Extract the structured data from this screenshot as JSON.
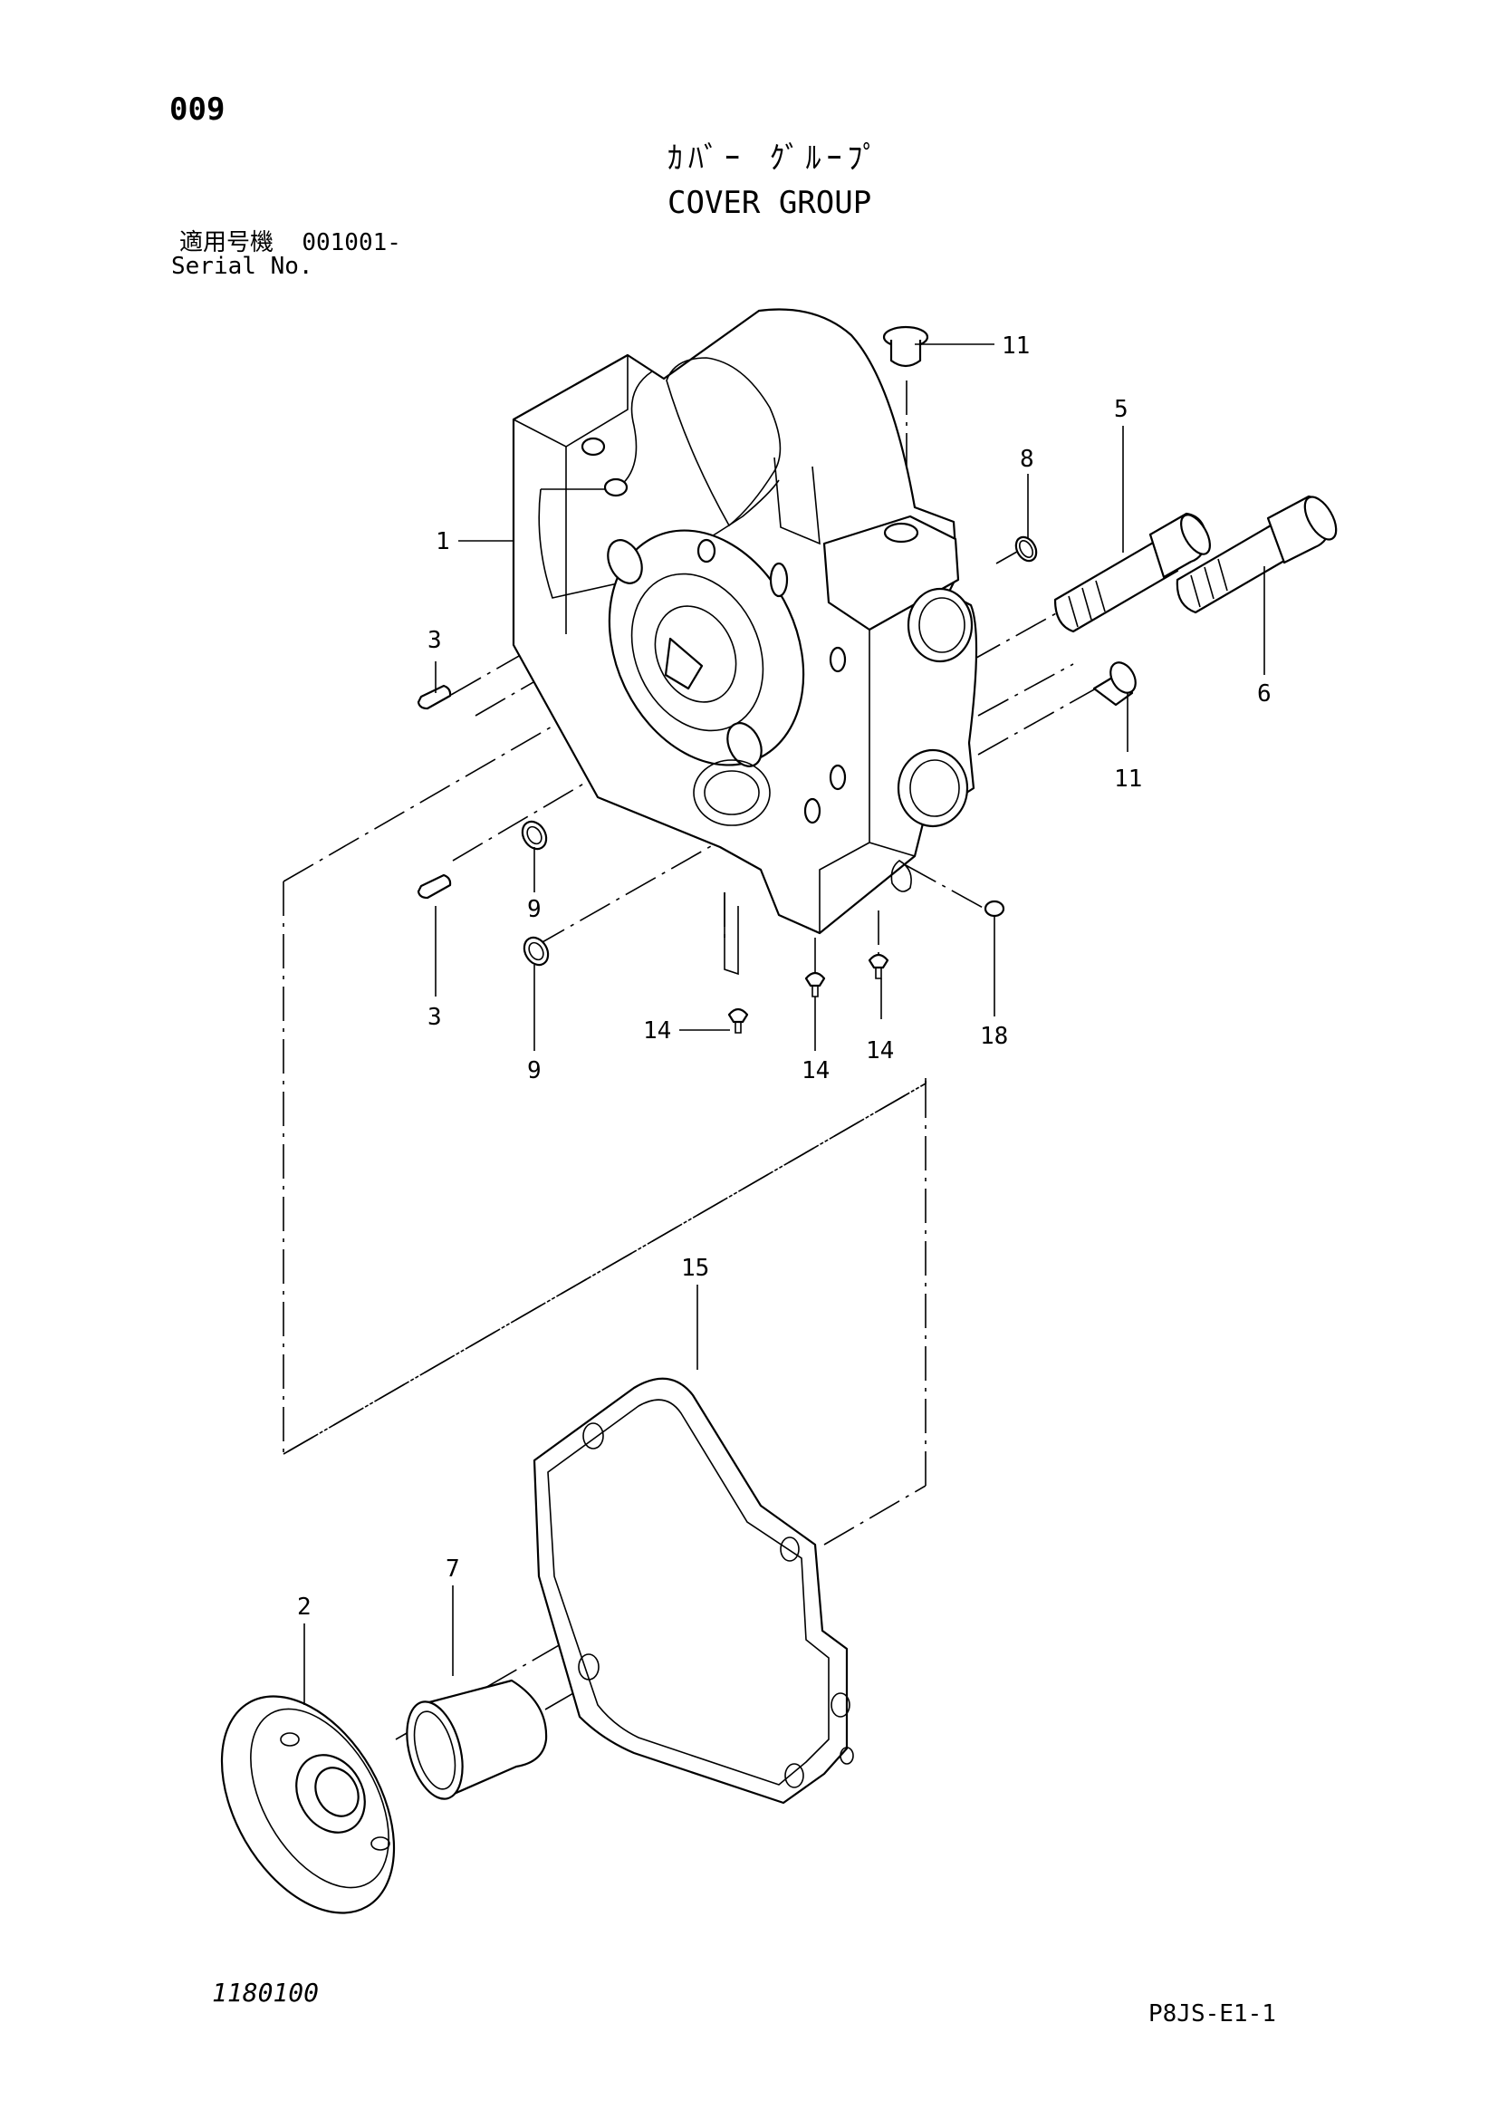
{
  "header": {
    "page_number": "009",
    "title_jp": "ｶﾊﾞｰ ｸﾞﾙｰﾌﾟ",
    "title_en": "COVER GROUP",
    "serial_label_jp": "適用号機",
    "serial_value": "001001-",
    "serial_label_en": "Serial No."
  },
  "footer": {
    "drawing_code": "1180100",
    "page_code": "P8JS-E1-1"
  },
  "callouts": [
    {
      "id": "c1",
      "label": "1"
    },
    {
      "id": "c2",
      "label": "2"
    },
    {
      "id": "c3a",
      "label": "3"
    },
    {
      "id": "c3b",
      "label": "3"
    },
    {
      "id": "c5",
      "label": "5"
    },
    {
      "id": "c6",
      "label": "6"
    },
    {
      "id": "c7",
      "label": "7"
    },
    {
      "id": "c8",
      "label": "8"
    },
    {
      "id": "c9a",
      "label": "9"
    },
    {
      "id": "c9b",
      "label": "9"
    },
    {
      "id": "c11a",
      "label": "11"
    },
    {
      "id": "c11b",
      "label": "11"
    },
    {
      "id": "c14a",
      "label": "14"
    },
    {
      "id": "c14b",
      "label": "14"
    },
    {
      "id": "c14c",
      "label": "14"
    },
    {
      "id": "c15",
      "label": "15"
    },
    {
      "id": "c18",
      "label": "18"
    }
  ]
}
